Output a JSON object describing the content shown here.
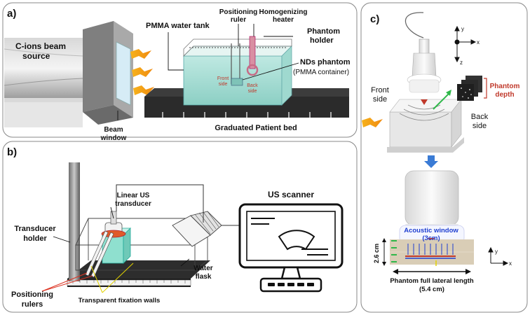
{
  "panel_a": {
    "letter": "a)",
    "source_line1": "C-ions beam",
    "source_line2": "source",
    "beam_window_line1": "Beam",
    "beam_window_line2": "window",
    "water_tank": "PMMA water tank",
    "positioning_line1": "Positioning",
    "positioning_line2": "ruler",
    "heater_line1": "Homogenizing",
    "heater_line2": "heater",
    "holder_line1": "Phantom",
    "holder_line2": "holder",
    "nds_line1": "NDs phantom",
    "nds_line2": "(PMMA container)",
    "front_line1": "Front",
    "front_line2": "side",
    "back_line1": "Back",
    "back_line2": "side",
    "bed": "Graduated Patient bed"
  },
  "panel_b": {
    "letter": "b)",
    "us_line1": "Linear US",
    "us_line2": "transducer",
    "scanner": "US scanner",
    "holder_line1": "Transducer",
    "holder_line2": "holder",
    "flask_line1": "Water",
    "flask_line2": "flask",
    "rulers_line1": "Positioning",
    "rulers_line2": "rulers",
    "walls": "Transparent fixation walls"
  },
  "panel_c": {
    "letter": "c)",
    "axis_x": "x",
    "axis_y": "y",
    "axis_z": "z",
    "front_line1": "Front",
    "front_line2": "side",
    "back_line1": "Back",
    "back_line2": "side",
    "depth_line1": "Phantom",
    "depth_line2": "depth",
    "acoustic_line1": "Acoustic window",
    "acoustic_line2": "(3cm)",
    "height": "2.6 cm",
    "lateral_line1": "Phantom full lateral length",
    "lateral_line2": "(5.4 cm)",
    "axis2_y": "y",
    "axis2_x": "x"
  }
}
